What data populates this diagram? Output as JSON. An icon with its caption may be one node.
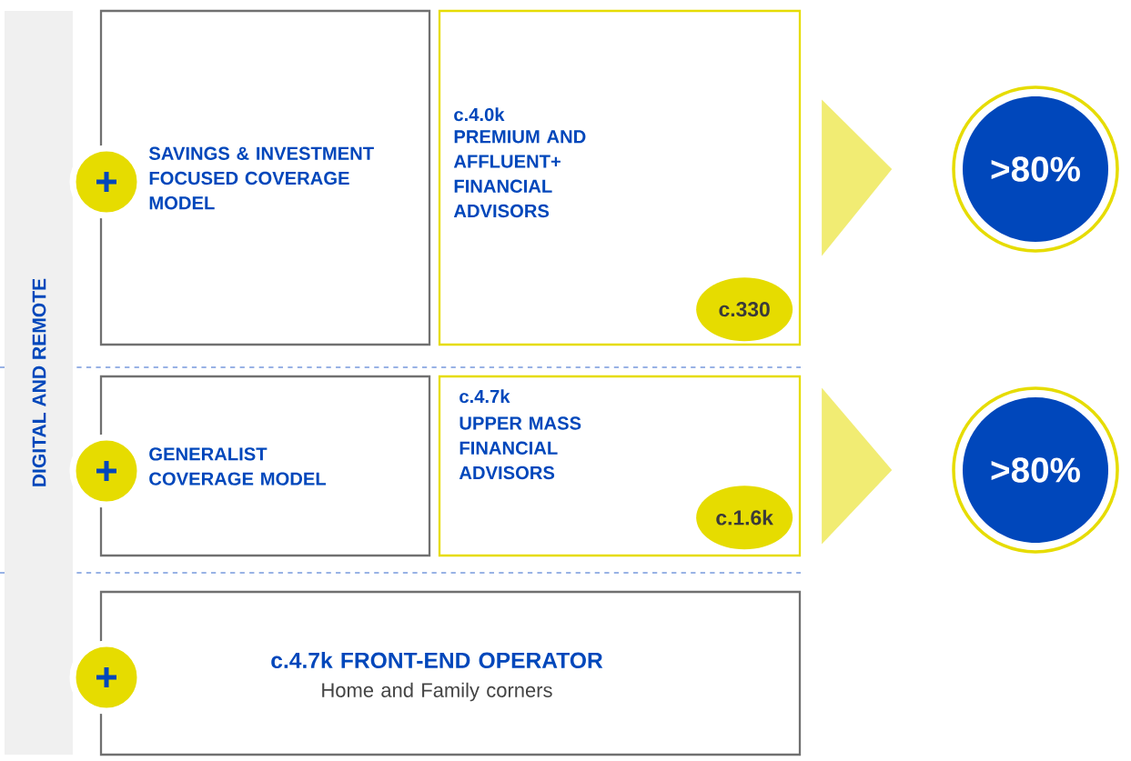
{
  "diagram": {
    "nodes": [
      {
        "text": [
          "DIGITAL AND REMOTE"
        ]
      },
      {
        "text": [
          "SAVINGS & INVESTMENT FOCUSED COVERAGE MODEL"
        ]
      },
      {
        "text": [
          "c.4.0k",
          "PREMIUM AND AFFLUENT+ FINANCIAL ADVISORS"
        ]
      },
      {
        "text": [
          "c.330"
        ],
        "in": 2
      },
      {
        "text": [
          ">80%"
        ]
      },
      {
        "text": [
          "GENERALIST COVERAGE MODEL"
        ]
      },
      {
        "text": [
          "c.4.7k",
          "UPPER MASS FINANCIAL ADVISORS"
        ]
      },
      {
        "text": [
          "c.1.6k"
        ],
        "in": 6
      },
      {
        "text": [
          ">80%"
        ]
      },
      {
        "text": [
          "c.4.7k FRONT-END OPERATOR",
          "Home and Family corners"
        ]
      }
    ],
    "edges": [
      {
        "from": 2,
        "to": 4,
        "arrow": "to"
      },
      {
        "from": 6,
        "to": 8,
        "arrow": "to"
      }
    ]
  }
}
